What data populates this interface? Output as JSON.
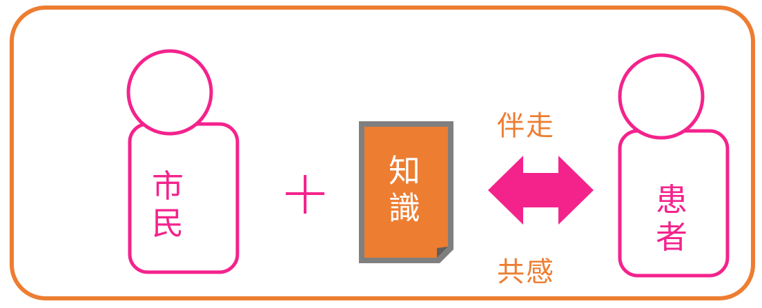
{
  "citizen": {
    "chars": [
      "市",
      "民"
    ]
  },
  "plus": {
    "symbol": "+"
  },
  "knowledge": {
    "chars": [
      "知",
      "識"
    ]
  },
  "relation": {
    "top_label": "伴走",
    "bottom_label": "共感"
  },
  "patient": {
    "chars": [
      "患",
      "者"
    ]
  },
  "colors": {
    "frame": "#ED7D31",
    "figure_outline": "#F4238C",
    "document_fill": "#ED7D31",
    "document_border": "#7F7F7F",
    "arrow": "#F4238C",
    "relation_text": "#ED7D31"
  },
  "icons": [
    "person-outline-icon",
    "plus-icon",
    "document-icon",
    "double-arrow-icon"
  ]
}
